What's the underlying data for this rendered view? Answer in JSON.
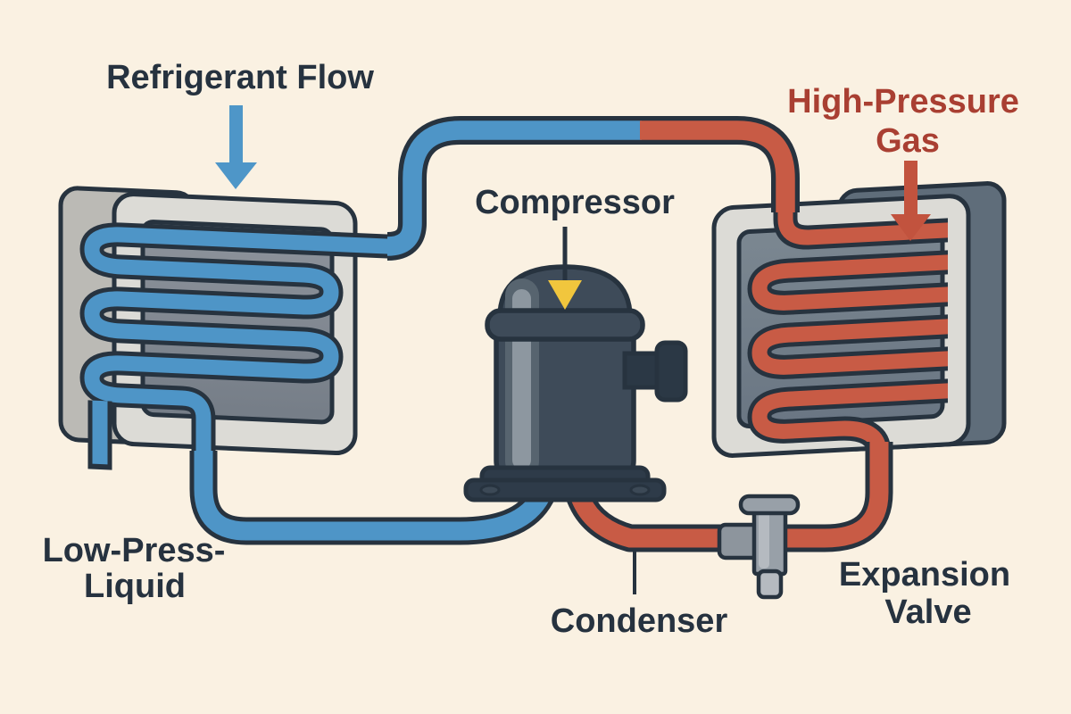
{
  "diagram": {
    "type": "refrigeration-cycle-diagram",
    "labels": {
      "refrigerant_flow": "Refrigerant Flow",
      "high_pressure_line1": "High-Pressure",
      "high_pressure_line2": "Gas",
      "compressor": "Compressor",
      "low_pressure_line1": "Low-Press-",
      "low_pressure_line2": "Liquid",
      "condenser": "Condenser",
      "expansion_valve_line1": "Expansion",
      "expansion_valve_line2": "Valve"
    },
    "colors": {
      "background": "#faf1e2",
      "outline": "#27333f",
      "text_navy": "#26323f",
      "text_red": "#a93f32",
      "pipe_blue": "#4e95c7",
      "pipe_red": "#c85b45",
      "arrow_blue": "#4e96c8",
      "arrow_red": "#c2533e",
      "arrow_yellow": "#f1c63d",
      "frame_gray": "#dcdbd6",
      "left_side_panel": "#bbbab5",
      "left_inner_panel": "#878e97",
      "right_side_panel": "#5f6d7a",
      "right_inner_panel": "#75828e",
      "compressor_body": "#3e4b59",
      "compressor_dark": "#2b3845",
      "compressor_base": "#2e3b49",
      "compressor_highlight": "#57646f",
      "compressor_highlight_bright": "#8d97a0",
      "valve_gray": "#98a0a8",
      "valve_dark_gray": "#8d959d",
      "valve_light_gray": "#b5bac0"
    }
  }
}
